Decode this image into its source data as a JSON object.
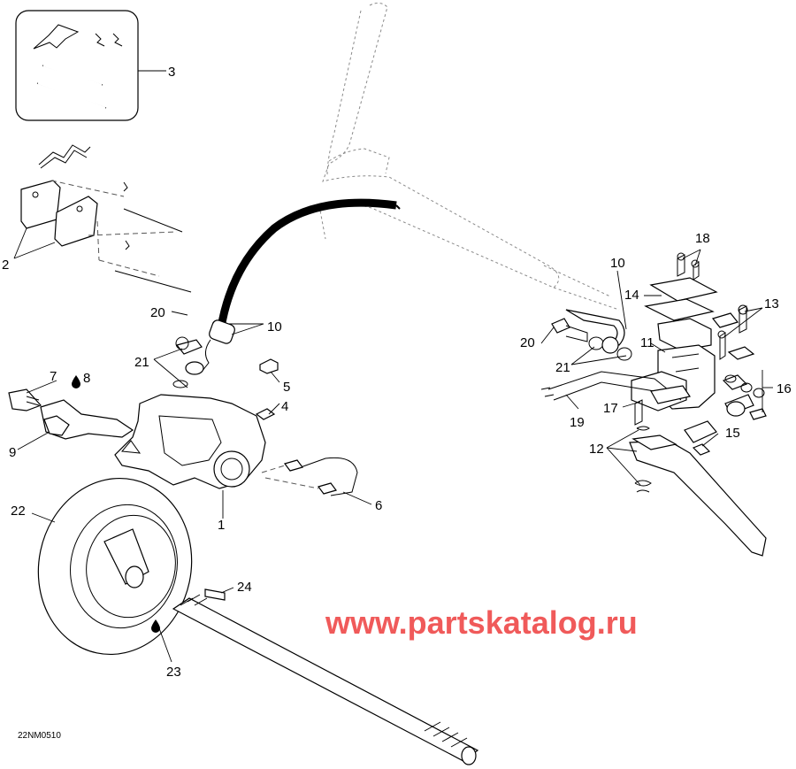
{
  "diagram_code": "22NM0510",
  "watermark": "www.partskatalog.ru",
  "callouts": {
    "c1": "1",
    "c2": "2",
    "c3": "3",
    "c4": "4",
    "c5": "5",
    "c6": "6",
    "c7": "7",
    "c8": "8",
    "c9": "9",
    "c10a": "10",
    "c10b": "10",
    "c11": "11",
    "c12": "12",
    "c13": "13",
    "c14": "14",
    "c15": "15",
    "c16": "16",
    "c17": "17",
    "c18": "18",
    "c19": "19",
    "c20a": "20",
    "c20b": "20",
    "c21a": "21",
    "c21b": "21",
    "c22": "22",
    "c23": "23",
    "c24": "24"
  },
  "colors": {
    "line": "#000000",
    "ghost": "#8a8a8a",
    "watermark": "#f05a5a"
  },
  "icons": [
    "oil-drop-icon"
  ]
}
